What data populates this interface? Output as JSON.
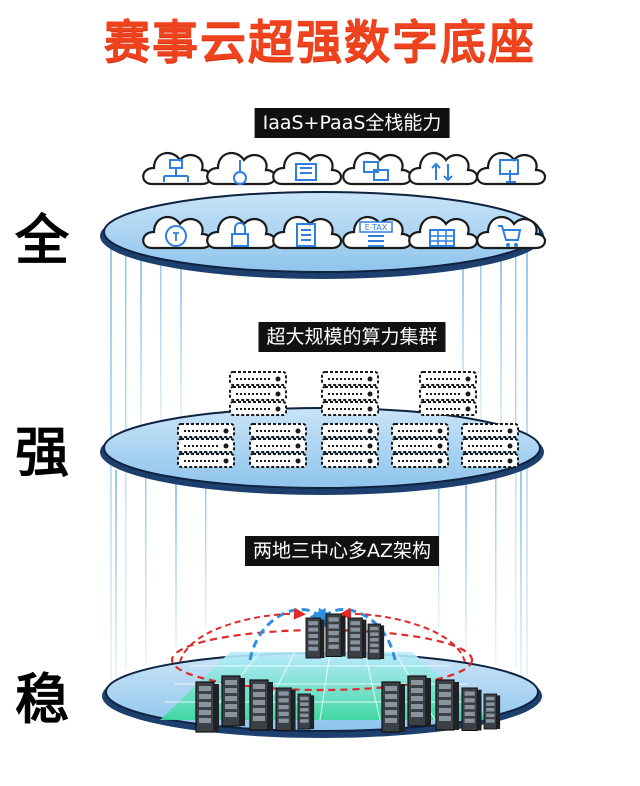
{
  "title": "赛事云超强数字底座",
  "layers": [
    {
      "side": "全",
      "label": "IaaS+PaaS全栈能力"
    },
    {
      "side": "强",
      "label": "超大规模的算力集群"
    },
    {
      "side": "稳",
      "label": "两地三中心多AZ架构"
    }
  ],
  "icon_badge_text": "E-TAX",
  "colors": {
    "title": "#f0421c",
    "disc": "#a9d3f2",
    "disc_edge": "#1d3f6e",
    "icon_blue": "#2f7fe0",
    "arc_red": "#e02a2a",
    "arc_blue": "#2f8fe0",
    "grid_green": "#4fe0a8"
  }
}
